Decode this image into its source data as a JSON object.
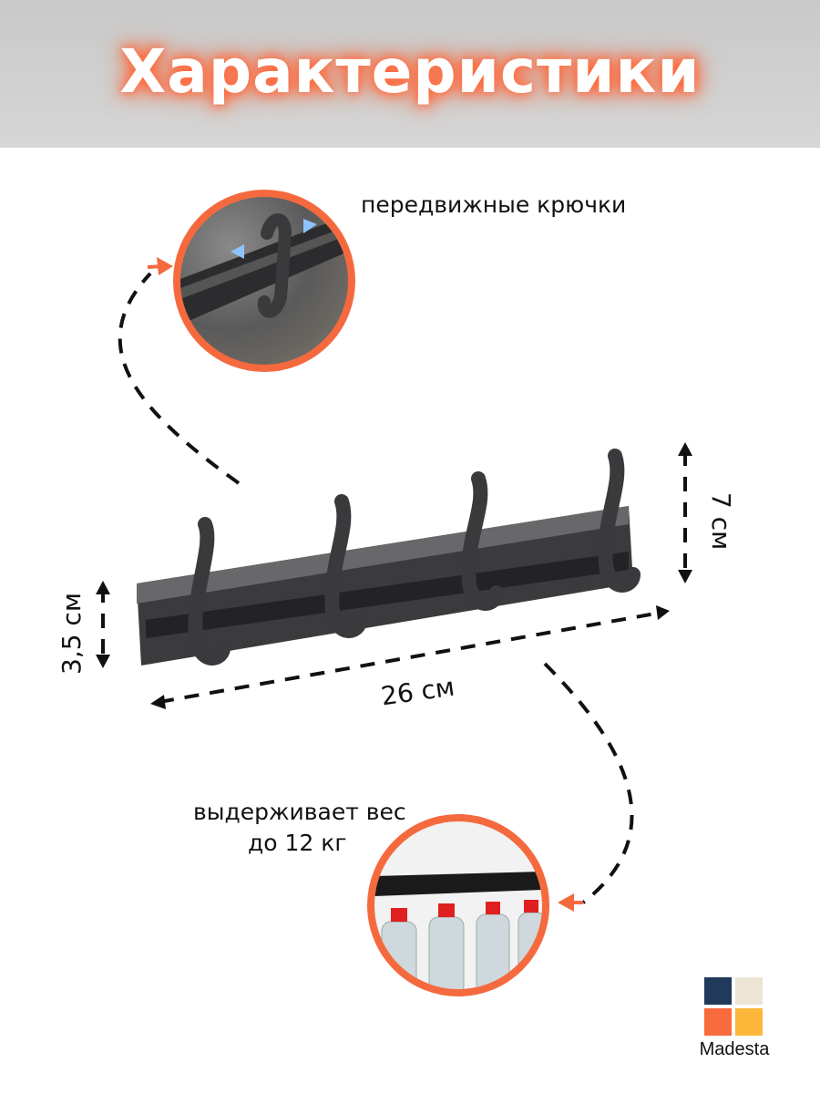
{
  "title": "Характеристики",
  "labels": {
    "movable_hooks": "передвижные крючки",
    "height": "7 см",
    "depth": "3,5 см",
    "width": "26 см",
    "load_line1": "выдерживает вес",
    "load_line2": "до 12 кг"
  },
  "brand": {
    "name": "Madesta",
    "colors": [
      "#1f3a5a",
      "#ece5d6",
      "#f96a3d",
      "#fdb73a"
    ]
  },
  "accent": "#f46a3e"
}
